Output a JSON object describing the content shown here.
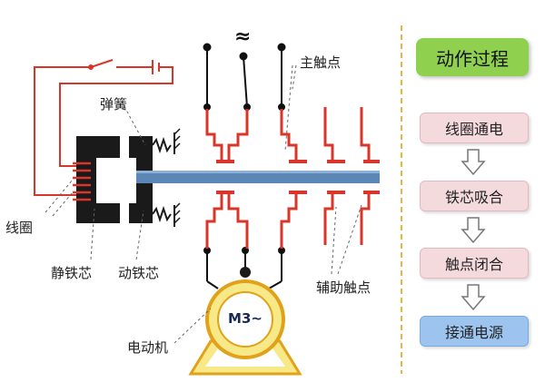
{
  "labels": {
    "main_contact": "主触点",
    "spring": "弹簧",
    "coil": "线圈",
    "static_core": "静铁芯",
    "moving_core": "动铁芯",
    "aux_contact": "辅助触点",
    "motor": "电动机",
    "motor_symbol": "M3~",
    "ac_symbol": "≈"
  },
  "flow": {
    "title": "动作过程",
    "steps": [
      "线圈通电",
      "铁芯吸合",
      "触点闭合",
      "接通电源"
    ]
  },
  "colors": {
    "circuit_red": "#d9352a",
    "core_black": "#1a1a1a",
    "bar_blue": "#5b86b5",
    "motor_fill": "#f7e987",
    "motor_stroke": "#e1a21a",
    "title_green": "#8fd14f",
    "step_pink": "#f5dadd",
    "step_blue": "#9dc4ee",
    "dashed_divider": "#e4b544"
  }
}
